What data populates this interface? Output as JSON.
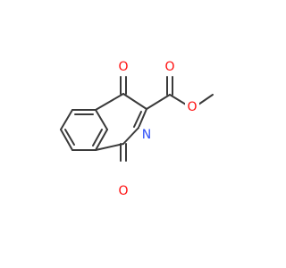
{
  "molecule": {
    "atoms": {
      "o_top": "O",
      "o_bottom": "O",
      "n_ring": "N",
      "o_ester_carbonyl": "O",
      "o_ester_ether": "O"
    },
    "colors": {
      "bond": "#3a3a3a",
      "oxygen": "#ff0d0d",
      "nitrogen": "#3050f8",
      "background": "#ffffff"
    }
  }
}
